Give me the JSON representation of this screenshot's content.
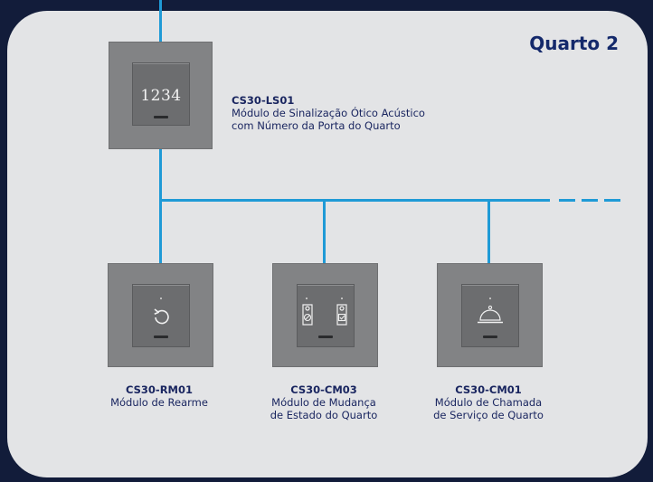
{
  "title": "Quarto 2",
  "door_number": "1234",
  "modules": [
    {
      "code": "CS30-LS01",
      "description_lines": [
        "Módulo de Sinalização Ótico Acústico",
        "com Número da Porta do Quarto"
      ],
      "icon": "door-number-display"
    },
    {
      "code": "CS30-RM01",
      "description_lines": [
        "Módulo de Rearme"
      ],
      "icon": "reset-arrow-icon"
    },
    {
      "code": "CS30-CM03",
      "description_lines": [
        "Módulo de Mudança",
        "de Estado do Quarto"
      ],
      "icon": "door-hanger-icons"
    },
    {
      "code": "CS30-CM01",
      "description_lines": [
        "Módulo de Chamada",
        "de Serviço de Quarto"
      ],
      "icon": "service-bell-icon"
    }
  ],
  "colors": {
    "background": "#121c3a",
    "panel": "#e3e4e6",
    "wire": "#1f9ad6",
    "text": "#1a2660",
    "title": "#14296b"
  }
}
